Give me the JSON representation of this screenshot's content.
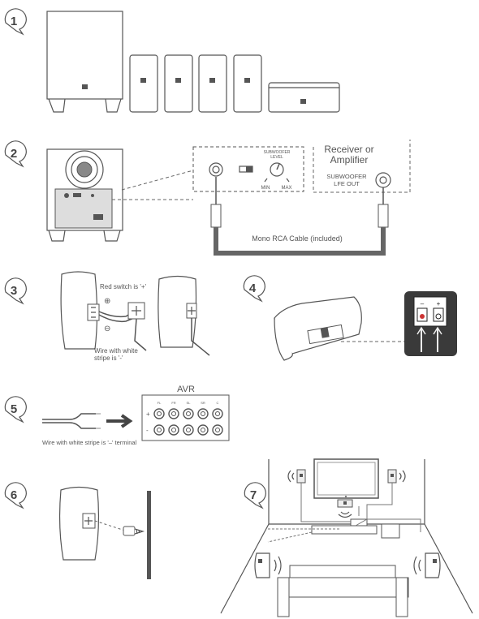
{
  "steps": [
    "1",
    "2",
    "3",
    "4",
    "5",
    "6",
    "7"
  ],
  "step2": {
    "panel_level_label": "SUBWOOFER LEVEL",
    "min_label": "MIN",
    "max_label": "MAX",
    "receiver_title": "Receiver or Amplifier",
    "receiver_port_label": "SUBWOOFER LFE OUT",
    "cable_label": "Mono RCA Cable (included)"
  },
  "step3": {
    "red_switch_note": "Red switch is '+'",
    "white_stripe_note": "Wire with white stripe is '-'",
    "plus_symbol": "⊕",
    "minus_symbol": "⊖"
  },
  "step5": {
    "avr_label": "AVR",
    "channels": [
      "FL",
      "FR",
      "SL",
      "SR",
      "C"
    ],
    "plus_row": "+",
    "minus_row": "-",
    "wire_note": "Wire with white stripe is '–' terminal"
  }
}
